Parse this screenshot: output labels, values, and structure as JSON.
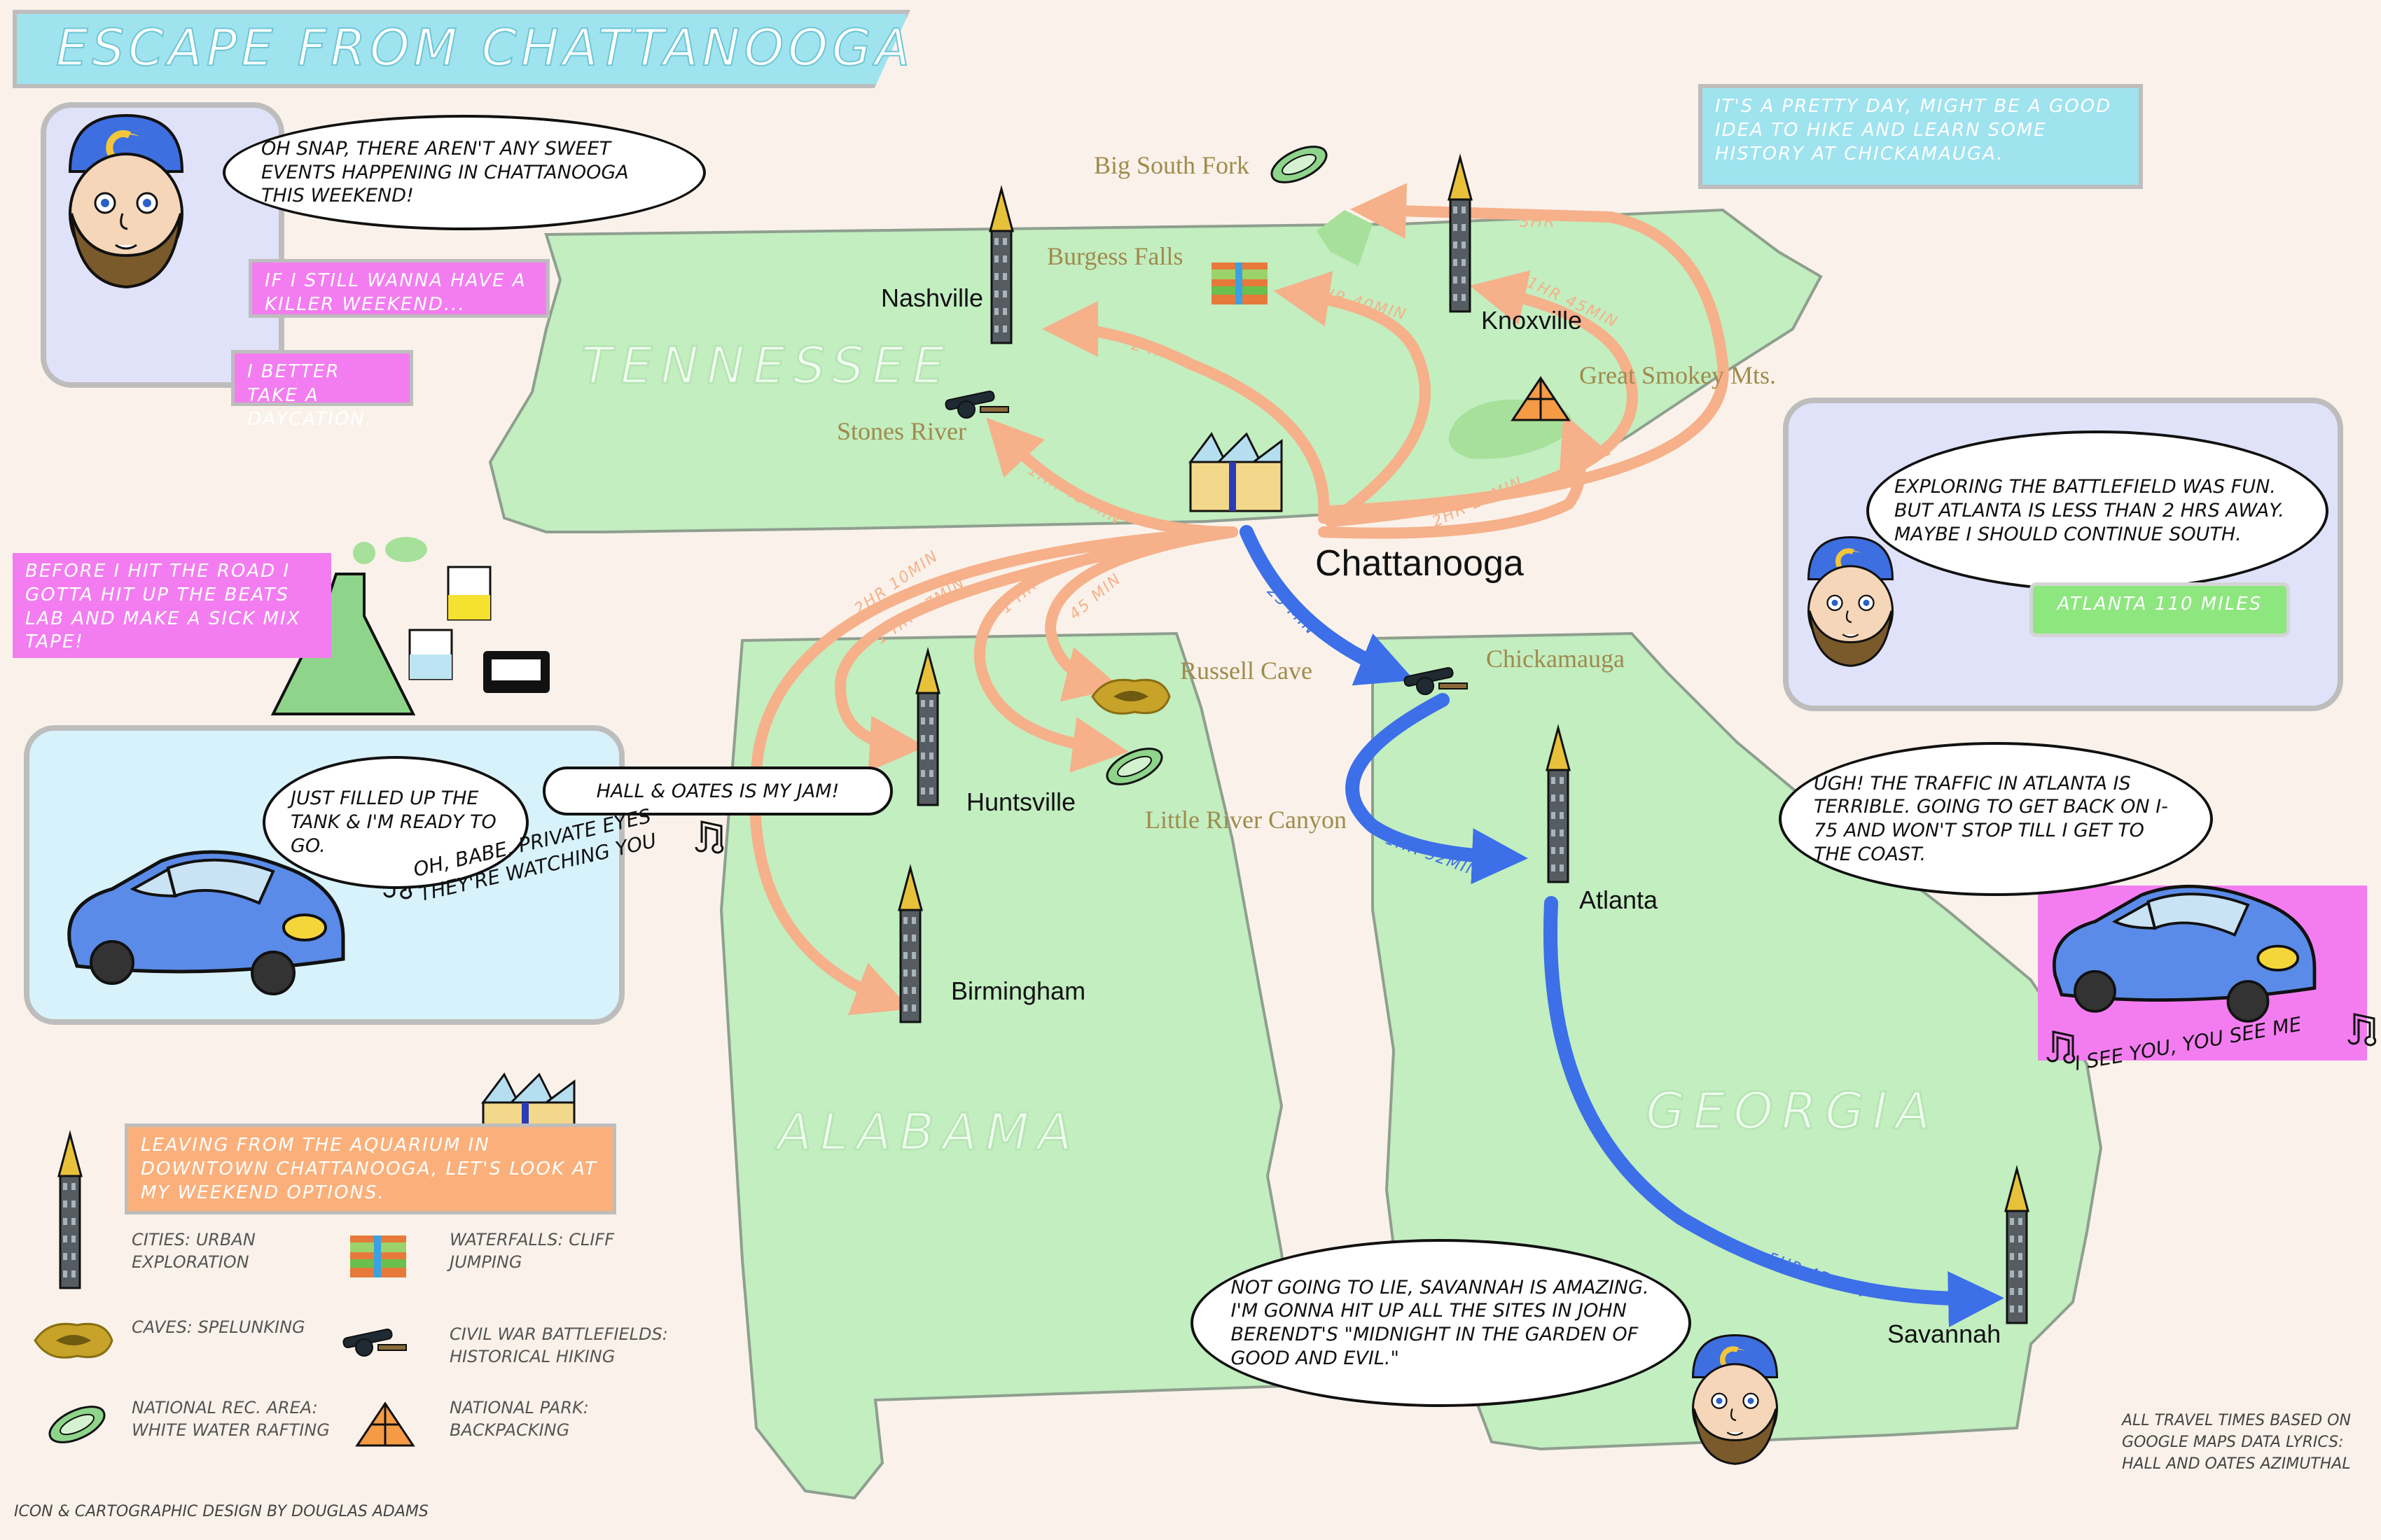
{
  "title": "ESCAPE FROM CHATTANOOGA",
  "colors": {
    "land": "#c2eec0",
    "land_border": "#8f9f8f",
    "orange_route": "#f6b08a",
    "blue_route": "#3c6fe8",
    "title_box": "#9fe3ef",
    "pink_box": "#f37df0",
    "info_box": "#9fe3ef",
    "orange_box": "#fbb07b",
    "green_tag": "#8ee67f",
    "panel_bg_lavender": "#dfe2f8",
    "panel_bg_blue": "#d8f2fb",
    "panel_bg_pink": "#f37df0"
  },
  "intro": {
    "speech": "OH SNAP, THERE AREN'T ANY SWEET EVENTS HAPPENING IN CHATTANOOGA THIS WEEKEND!",
    "caption1": "IF I STILL WANNA HAVE A KILLER WEEKEND...",
    "caption2": "I BETTER TAKE A DAYCATION."
  },
  "beats_caption": "BEFORE I HIT THE ROAD I GOTTA HIT UP THE BEATS LAB AND MAKE A SICK MIX TAPE!",
  "car_panel": {
    "speech1": "JUST FILLED UP THE TANK & I'M READY TO GO.",
    "speech2": "HALL & OATES IS MY JAM!",
    "lyrics": "OH, BABE, PRIVATE EYES THEY'RE WATCHING YOU"
  },
  "top_info": "IT'S A PRETTY DAY, MIGHT BE A GOOD IDEA TO HIKE AND LEARN SOME HISTORY AT CHICKAMAUGA.",
  "battlefield_panel": {
    "speech": "EXPLORING THE BATTLEFIELD WAS FUN. BUT ATLANTA IS LESS THAN 2 HRS AWAY. MAYBE I SHOULD CONTINUE SOUTH.",
    "tag": "ATLANTA 110 MILES"
  },
  "traffic_panel": {
    "speech": "UGH! THE TRAFFIC IN ATLANTA IS TERRIBLE. GOING TO GET BACK ON I-75 AND WON'T STOP TILL I GET TO THE COAST.",
    "lyrics": "I SEE YOU, YOU SEE ME"
  },
  "savannah_speech": "NOT GOING TO LIE, SAVANNAH IS AMAZING. I'M GONNA HIT UP ALL THE SITES IN JOHN BERENDT'S \"MIDNIGHT IN THE GARDEN OF GOOD AND EVIL.\"",
  "leaving_caption": "LEAVING FROM THE AQUARIUM IN DOWNTOWN CHATTANOOGA, LET'S LOOK AT MY WEEKEND OPTIONS.",
  "states": {
    "tennessee": "TENNESSEE",
    "alabama": "ALABAMA",
    "georgia": "GEORGIA"
  },
  "cities": {
    "nashville": "Nashville",
    "knoxville": "Knoxville",
    "chattanooga": "Chattanooga",
    "huntsville": "Huntsville",
    "birmingham": "Birmingham",
    "atlanta": "Atlanta",
    "savannah": "Savannah"
  },
  "pois": {
    "big_south_fork": "Big South Fork",
    "burgess_falls": "Burgess Falls",
    "great_smokey": "Great Smokey Mts.",
    "stones_river": "Stones River",
    "russell_cave": "Russell Cave",
    "little_river": "Little River Canyon",
    "chickamauga": "Chickamauga"
  },
  "times": {
    "big_south_fork": "3HR",
    "knoxville": "1HR 45MIN",
    "burgess": "1HR 40MIN",
    "nashville": "2 HR",
    "stones": "1HR 45 MIN",
    "smokey": "2HR 20MIN",
    "birmingham": "2HR 10MIN",
    "huntsville": "1 HR 47MIN",
    "little_river": "1 HR",
    "russell": "45 MIN",
    "chickamauga": "25 MIN",
    "atlanta": "1HR 52MIN",
    "savannah": "5HR 45 MIN"
  },
  "legend": {
    "cities": "CITIES: URBAN EXPLORATION",
    "waterfalls": "WATERFALLS: CLIFF JUMPING",
    "caves": "CAVES: SPELUNKING",
    "battlefields": "CIVIL WAR BATTLEFIELDS: HISTORICAL HIKING",
    "rec_area": "NATIONAL REC. AREA: WHITE WATER RAFTING",
    "park": "NATIONAL PARK: BACKPACKING"
  },
  "credit_left": "ICON & CARTOGRAPHIC DESIGN BY DOUGLAS ADAMS",
  "credit_right": "ALL TRAVEL TIMES BASED ON GOOGLE MAPS DATA LYRICS: HALL AND OATES AZIMUTHAL"
}
